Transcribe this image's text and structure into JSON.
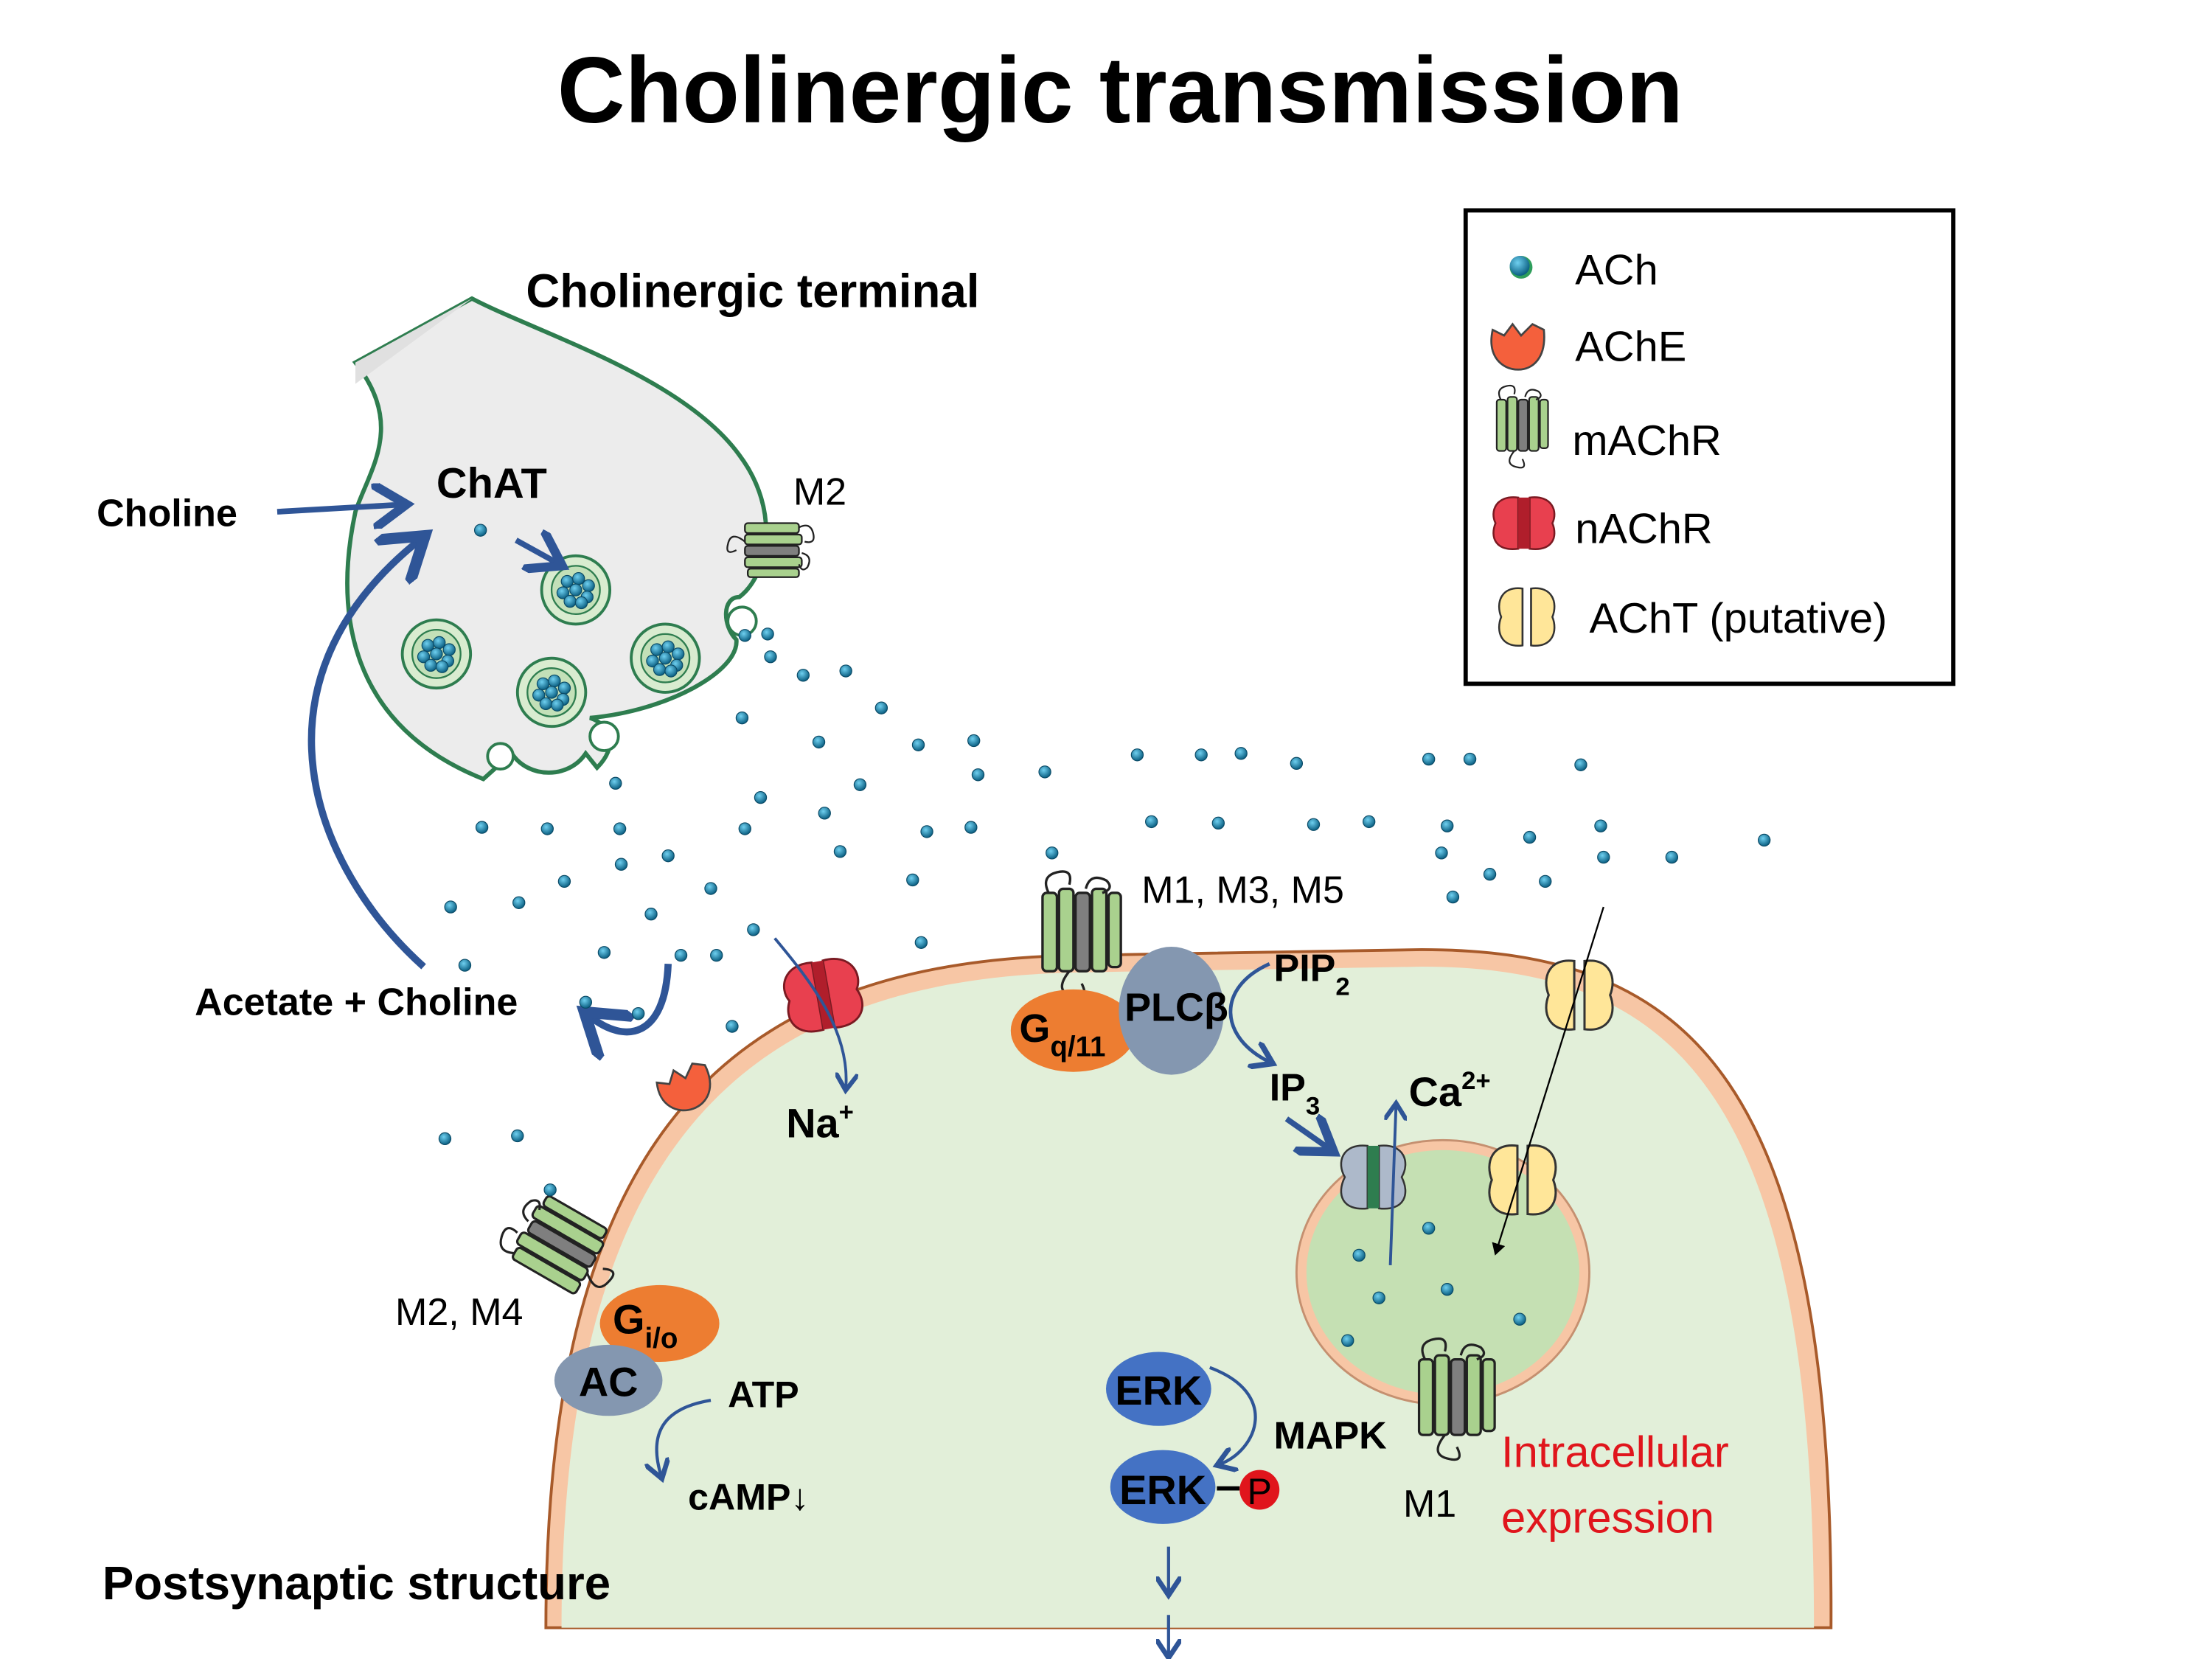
{
  "title": "Cholinergic transmission",
  "labels": {
    "terminal": "Cholinergic terminal",
    "postsynaptic": "Postsynaptic structure",
    "choline": "Choline",
    "chat": "ChAT",
    "m2_pre": "M2",
    "acetate_choline": "Acetate + Choline",
    "na": "Na",
    "na_sup": "+",
    "m135": "M1, M3, M5",
    "pip2": "PIP",
    "pip2_sub": "2",
    "plcb": "PLCβ",
    "gq": "G",
    "gq_sub": "q/11",
    "ip3": "IP",
    "ip3_sub": "3",
    "ca": "Ca",
    "ca_sup": "2+",
    "m24": "M2, M4",
    "gio": "G",
    "gio_sub": "i/o",
    "ac": "AC",
    "atp": "ATP",
    "camp": "cAMP↓",
    "erk1": "ERK",
    "erk2": "ERK",
    "mapk": "MAPK",
    "p": "P",
    "m1_intra": "M1",
    "intracellular_1": "Intracellular",
    "intracellular_2": "expression"
  },
  "legend": {
    "items": [
      {
        "icon": "ach-dot-icon",
        "label": "ACh"
      },
      {
        "icon": "ache-enzyme-icon",
        "label": "AChE"
      },
      {
        "icon": "machr-receptor-icon",
        "label": "mAChR"
      },
      {
        "icon": "nachr-channel-icon",
        "label": "nAChR"
      },
      {
        "icon": "acht-transporter-icon",
        "label": "AChT (putative)"
      }
    ]
  },
  "colors": {
    "ach": "#1a7fa8",
    "terminal_fill": "#ececec",
    "membrane_green": "#2e7d4f",
    "cell_fill": "#e2efd9",
    "cell_membrane": "#f7c6a5",
    "orange_g": "#ed7d31",
    "grey_blue": "#8497b0",
    "erk_blue": "#4472c4",
    "arrow_blue": "#2f5597",
    "receptor_green": "#a9d18e",
    "nachr_red": "#e8404f",
    "acht_yellow": "#ffe699",
    "text_red": "#e0151c"
  }
}
